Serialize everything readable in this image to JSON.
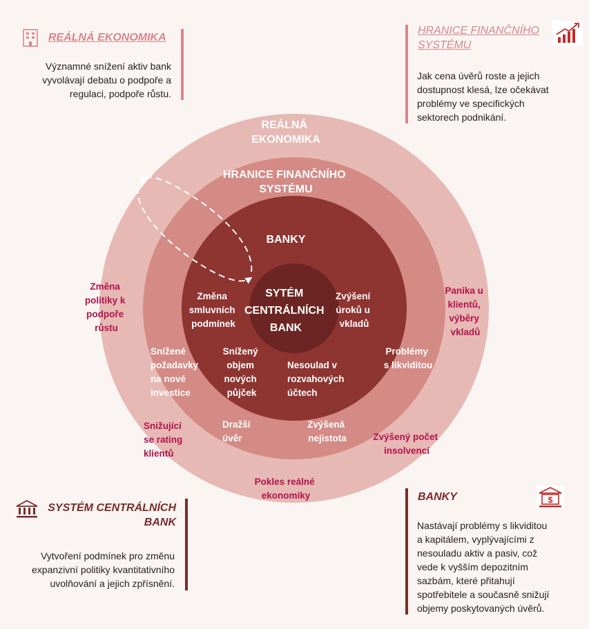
{
  "colors": {
    "outer_ring": "#e7b9b4",
    "middle_ring": "#d48a85",
    "banks_ring": "#8e3431",
    "core": "#6b2522",
    "magenta_text": "#b3124d",
    "title_pink": "#d9868c",
    "title_dark": "#7a2b2b"
  },
  "top_left": {
    "title": "REÁLNÁ EKONOMIKA",
    "icon": "building-icon",
    "text": [
      "Významné snížení aktiv bank",
      "vyvolávají debatu o podpoře a",
      "regulaci, podpoře růstu."
    ]
  },
  "top_right": {
    "title": [
      "HRANICE FINANČNÍHO",
      "SYSTÉMU"
    ],
    "icon": "rising-chart-icon",
    "text": [
      "Jak cena úvěrů roste  a jejich",
      "dostupnost klesá, lze očekávat",
      "problémy ve specifických",
      "sektorech podnikání."
    ]
  },
  "bottom_left": {
    "title": [
      "SYSTÉM CENTRÁLNÍCH",
      "BANK"
    ],
    "icon": "bank-icon",
    "text": [
      "Vytvoření podmínek pro změnu",
      "expanzivní politiky kvantitativního",
      "uvolňování a jejich zpřísnění."
    ]
  },
  "bottom_right": {
    "title": "BANKY",
    "icon": "dollar-bank-icon",
    "text": [
      "Nastávají problémy s likviditou",
      "a kapitálem, vyplývajícími z",
      "nesouladu aktiv a pasiv, což",
      "vede k vyšším depozitním",
      "sazbám, které přitahují",
      "spotřebitele a současně snižují",
      "objemy poskytovaných úvěrů."
    ]
  },
  "rings": {
    "outer": [
      "REÁLNÁ",
      "EKONOMIKA"
    ],
    "middle": [
      "HRANICE FINANČNÍHO",
      "SYSTÉMU"
    ],
    "banks": "BANKY",
    "core": [
      "SYTÉM",
      "CENTRÁLNÍCH",
      "BANK"
    ]
  },
  "inner_labels": {
    "zmena_podminek": [
      "Změna",
      "smluvních",
      "podmínek"
    ],
    "zvyseni_uroku": [
      "Zvýšení",
      "úroků u",
      "vkladů"
    ],
    "snizeny_objem": [
      "Snížený",
      "objem",
      "nových",
      "půjček"
    ],
    "nesoulad": [
      "Nesoulad     v",
      "rozvahových",
      "účtech"
    ],
    "snizene_pozadavky": [
      "Snížené",
      "požadavky",
      "na nové",
      "investice"
    ],
    "problemy_likvidity": [
      "Problémy",
      "s likviditou"
    ],
    "drazsi_uver": [
      "Dražší",
      "úvěr"
    ],
    "zvysena_nejistota": [
      "Zvýšená",
      "nejistota"
    ]
  },
  "outer_labels": {
    "zmena_politiky": [
      "Změna",
      "politiky k",
      "podpoře",
      "růstu"
    ],
    "panika": [
      "Panika u",
      "klientů,",
      "výběry",
      "vkladů"
    ],
    "snizujici_rating": [
      "Snižující",
      "se rating",
      "klientů"
    ],
    "zvyseny_pocet": [
      "Zvýšený počet",
      "insolvencí"
    ],
    "pokles": [
      "Pokles reálné",
      "ekonomiky"
    ]
  }
}
